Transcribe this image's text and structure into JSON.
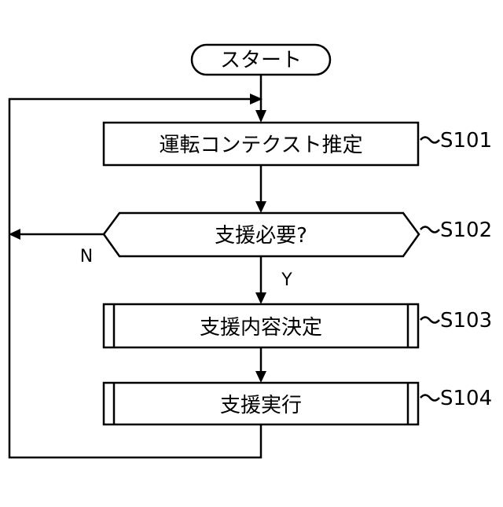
{
  "nodes": {
    "start": "スタート",
    "s101": "運転コンテクスト推定",
    "s102": "支援必要?",
    "s103": "支援内容決定",
    "s104": "支援実行"
  },
  "steps": {
    "s101": "S101",
    "s102": "S102",
    "s103": "S103",
    "s104": "S104"
  },
  "edges": {
    "yes": "Y",
    "no": "N"
  }
}
